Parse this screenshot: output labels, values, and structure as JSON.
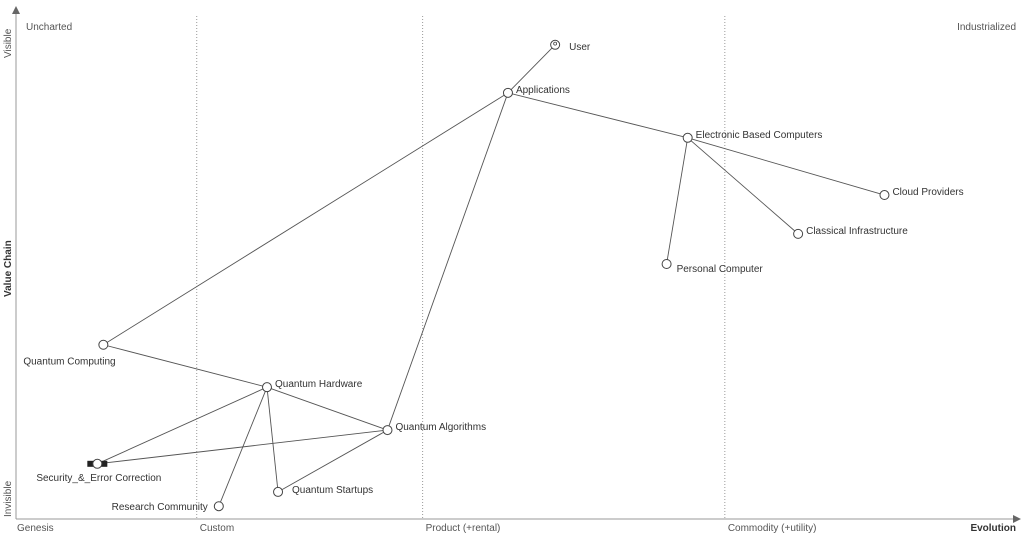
{
  "chart_data": {
    "type": "wardley-map",
    "corner_labels": {
      "top_left": "Uncharted",
      "top_right": "Industrialized"
    },
    "x_axis": {
      "label": "Evolution",
      "range": [
        0,
        1
      ],
      "stages": [
        {
          "label": "Genesis",
          "start": 0
        },
        {
          "label": "Custom",
          "start": 0.18
        },
        {
          "label": "Product (+rental)",
          "start": 0.405
        },
        {
          "label": "Commodity (+utility)",
          "start": 0.706
        }
      ]
    },
    "y_axis": {
      "label": "Value Chain",
      "top": "Visible",
      "bottom": "Invisible",
      "range": [
        0,
        1
      ]
    },
    "components": [
      {
        "name": "User",
        "evolution": 0.537,
        "visibility": 0.928,
        "kind": "user"
      },
      {
        "name": "Applications",
        "evolution": 0.49,
        "visibility": 0.834
      },
      {
        "name": "Electronic Based Computers",
        "evolution": 0.669,
        "visibility": 0.746
      },
      {
        "name": "Cloud Providers",
        "evolution": 0.865,
        "visibility": 0.634
      },
      {
        "name": "Classical Infrastructure",
        "evolution": 0.779,
        "visibility": 0.558
      },
      {
        "name": "Personal Computer",
        "evolution": 0.648,
        "visibility": 0.499
      },
      {
        "name": "Quantum Computing",
        "evolution": 0.087,
        "visibility": 0.341
      },
      {
        "name": "Quantum Hardware",
        "evolution": 0.25,
        "visibility": 0.258
      },
      {
        "name": "Quantum Algorithms",
        "evolution": 0.37,
        "visibility": 0.174
      },
      {
        "name": "Security_&_Error Correction",
        "evolution": 0.081,
        "visibility": 0.108,
        "kind": "inertia"
      },
      {
        "name": "Research Community",
        "evolution": 0.202,
        "visibility": 0.025
      },
      {
        "name": "Quantum Startups",
        "evolution": 0.261,
        "visibility": 0.053
      }
    ],
    "links": [
      [
        "User",
        "Applications"
      ],
      [
        "Applications",
        "Electronic Based Computers"
      ],
      [
        "Applications",
        "Quantum Computing"
      ],
      [
        "Applications",
        "Quantum Algorithms"
      ],
      [
        "Electronic Based Computers",
        "Cloud Providers"
      ],
      [
        "Electronic Based Computers",
        "Classical Infrastructure"
      ],
      [
        "Electronic Based Computers",
        "Personal Computer"
      ],
      [
        "Quantum Computing",
        "Quantum Hardware"
      ],
      [
        "Quantum Hardware",
        "Quantum Algorithms"
      ],
      [
        "Quantum Hardware",
        "Security_&_Error Correction"
      ],
      [
        "Quantum Hardware",
        "Research Community"
      ],
      [
        "Quantum Hardware",
        "Quantum Startups"
      ],
      [
        "Quantum Algorithms",
        "Security_&_Error Correction"
      ],
      [
        "Quantum Algorithms",
        "Quantum Startups"
      ]
    ]
  }
}
